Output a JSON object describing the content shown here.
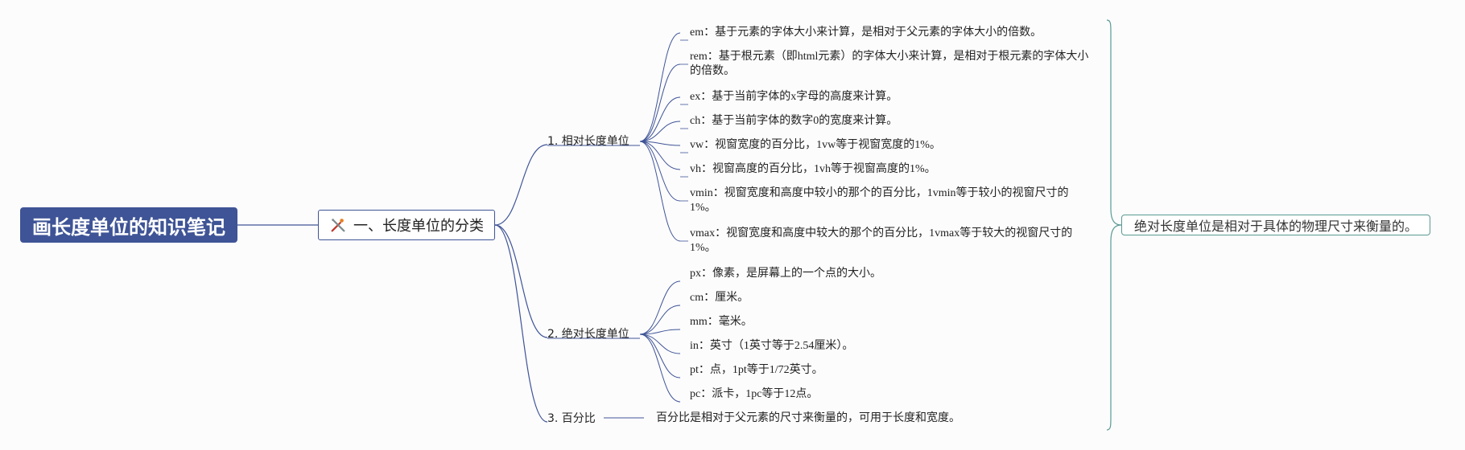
{
  "root": {
    "title": "画长度单位的知识笔记"
  },
  "topic": {
    "title": "一、长度单位的分类",
    "icon": "tools-icon"
  },
  "branches": [
    {
      "label": "1. 相对长度单位",
      "items": [
        "em：基于元素的字体大小来计算，是相对于父元素的字体大小的倍数。",
        "rem：基于根元素（即html元素）的字体大小来计算，是相对于根元素的字体大小的倍数。",
        "ex：基于当前字体的x字母的高度来计算。",
        "ch：基于当前字体的数字0的宽度来计算。",
        "vw：视窗宽度的百分比，1vw等于视窗宽度的1%。",
        "vh：视窗高度的百分比，1vh等于视窗高度的1%。",
        "vmin：视窗宽度和高度中较小的那个的百分比，1vmin等于较小的视窗尺寸的1%。",
        "vmax：视窗宽度和高度中较大的那个的百分比，1vmax等于较大的视窗尺寸的1%。"
      ]
    },
    {
      "label": "2. 绝对长度单位",
      "items": [
        "px：像素，是屏幕上的一个点的大小。",
        "cm：厘米。",
        "mm：毫米。",
        "in：英寸（1英寸等于2.54厘米）。",
        "pt：点，1pt等于1/72英寸。",
        "pc：派卡，1pc等于12点。"
      ]
    },
    {
      "label": "3. 百分比",
      "items": [
        "百分比是相对于父元素的尺寸来衡量的，可用于长度和宽度。"
      ]
    }
  ],
  "summary": {
    "text": "绝对长度单位是相对于具体的物理尺寸来衡量的。"
  },
  "colors": {
    "root_bg": "#3f5496",
    "link": "#3f5496",
    "summary_border": "#5a9a92"
  }
}
